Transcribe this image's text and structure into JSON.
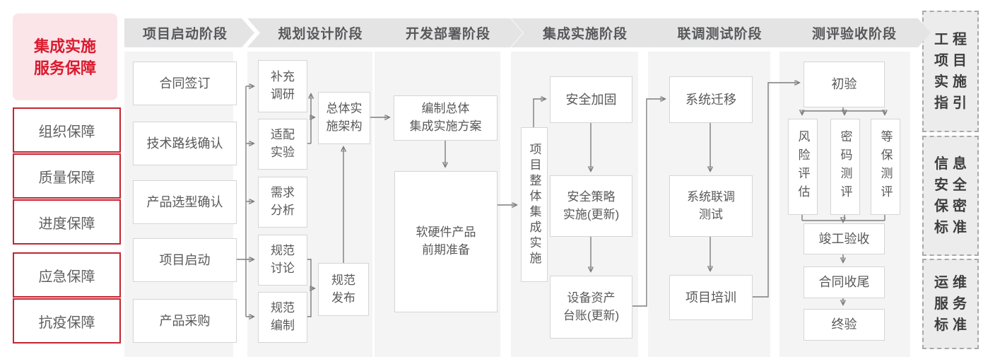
{
  "colors": {
    "accent_red": "#da1a2e",
    "pink_bg": "#fbe5e9",
    "header_grey": "#e4e4e5",
    "column_grey": "#f4f4f5",
    "box_border_grey": "#d5d5d6",
    "text_grey": "#595959",
    "connector_grey": "#7d7d7d"
  },
  "sidebar": {
    "title": "集成实施\n服务保障",
    "items": [
      "组织保障",
      "质量保障",
      "进度保障",
      "应急保障",
      "抗疫保障"
    ]
  },
  "phases": [
    "项目启动阶段",
    "规划设计阶段",
    "开发部署阶段",
    "集成实施阶段",
    "联调测试阶段",
    "测评验收阶段"
  ],
  "nodes": {
    "contract_sign": "合同签订",
    "tech_route": "技术路线确认",
    "product_selection": "产品选型确认",
    "project_kickoff": "项目启动",
    "procurement": "产品采购",
    "supplementary_research": "补充\n调研",
    "adaptation_experiment": "适配\n实验",
    "requirements_analysis": "需求\n分析",
    "spec_discussion": "规范\n讨论",
    "spec_drafting": "规范\n编制",
    "overall_architecture": "总体实\n施架构",
    "spec_release": "规范\n发布",
    "overall_plan": "编制总体\n集成实施方案",
    "hw_sw_preparation": "软硬件产品\n前期准备",
    "overall_integration": "项目整体集成实施",
    "security_hardening": "安全加固",
    "security_policy": "安全策略\n实施(更新)",
    "asset_ledger": "设备资产\n台账(更新)",
    "system_migration": "系统迁移",
    "joint_testing": "系统联调\n测试",
    "project_training": "项目培训",
    "initial_acceptance": "初验",
    "risk_assessment": "风险评估",
    "crypto_evaluation": "密码测评",
    "mlps_evaluation": "等保测评",
    "completion_acceptance": "竣工验收",
    "contract_closure": "合同收尾",
    "final_acceptance": "终验"
  },
  "standards": [
    {
      "lines": [
        "工程",
        "项目",
        "实施",
        "指引"
      ]
    },
    {
      "lines": [
        "信息",
        "安全",
        "保密",
        "标准"
      ]
    },
    {
      "lines": [
        "运维",
        "服务",
        "标准"
      ]
    }
  ]
}
